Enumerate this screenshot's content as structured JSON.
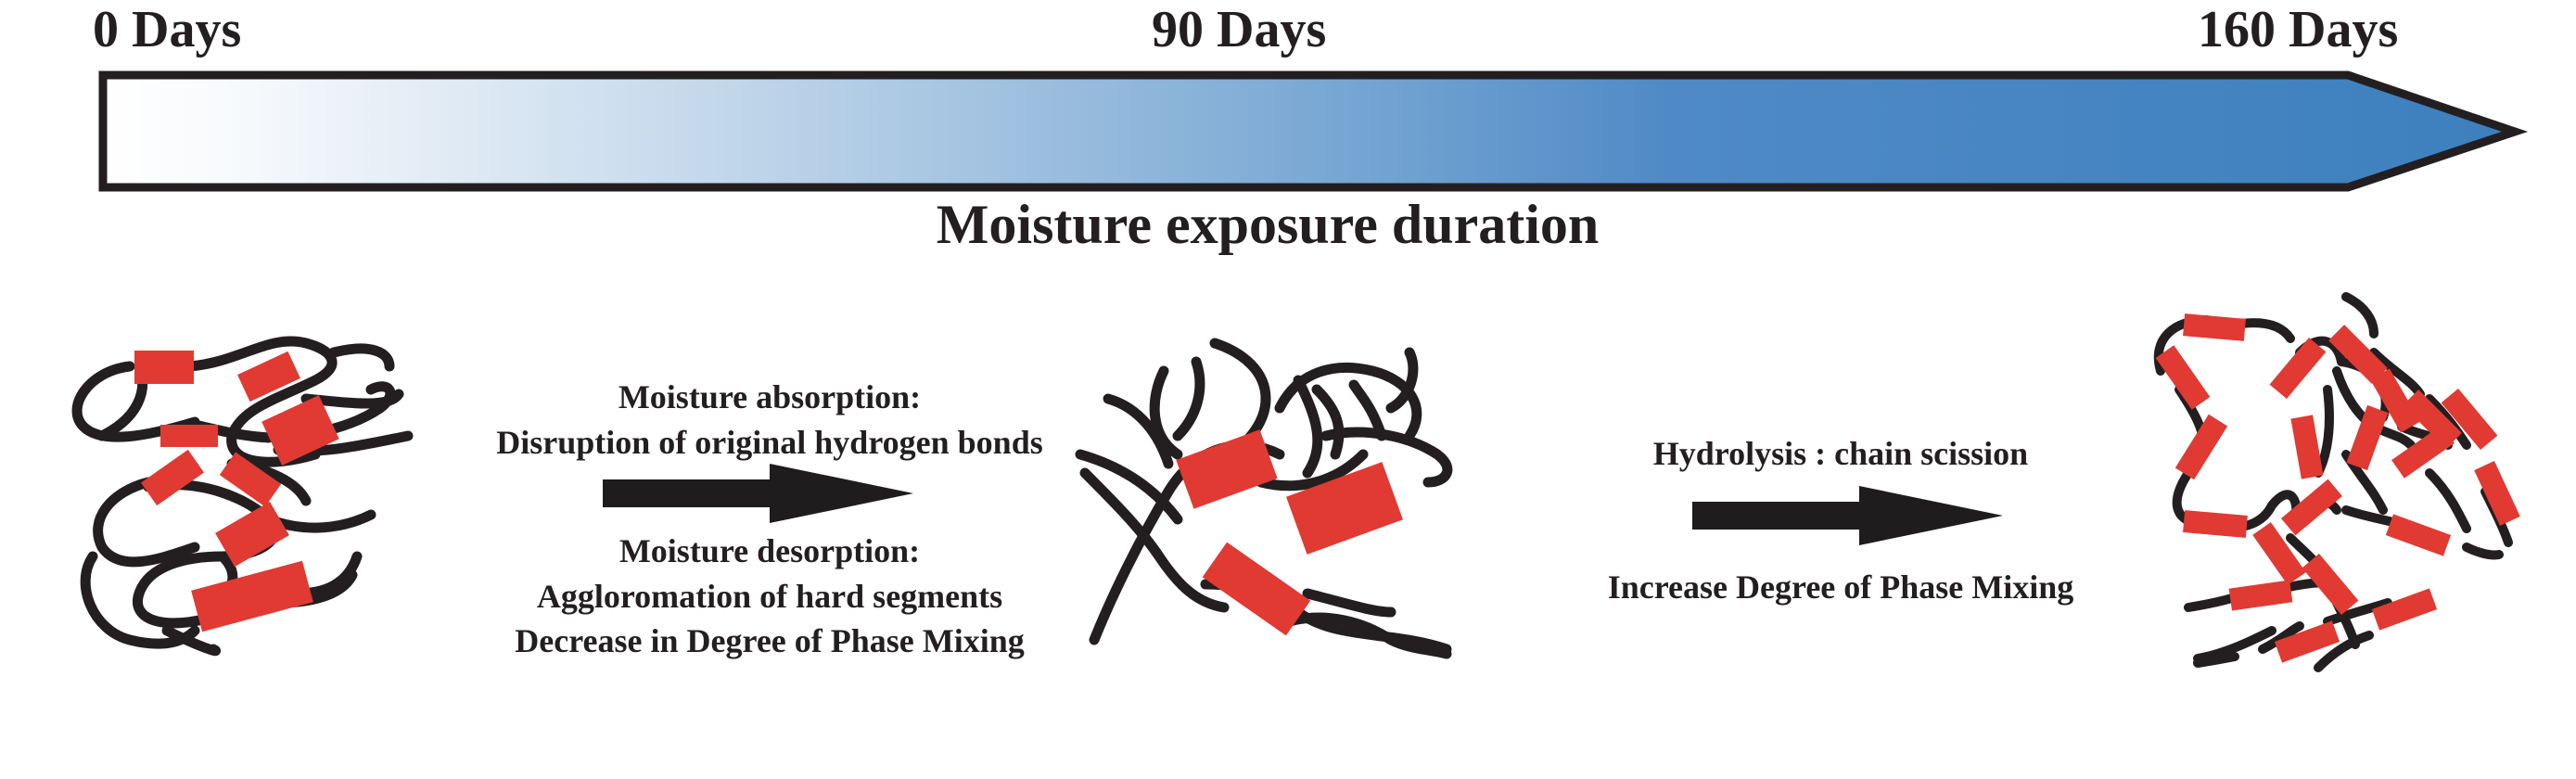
{
  "timeline": {
    "start_label": "0 Days",
    "mid_label": "90 Days",
    "end_label": "160 Days",
    "axis_title": "Moisture exposure duration",
    "gradient_colors": [
      "#ffffff",
      "#3d80be"
    ]
  },
  "stages": {
    "stage1": {
      "name": "initial-morphology"
    },
    "stage2": {
      "name": "intermediate-morphology"
    },
    "stage3": {
      "name": "final-morphology"
    }
  },
  "transitions": {
    "first": {
      "top_title": "Moisture absorption:",
      "top_text": "Disruption of original hydrogen bonds",
      "bottom_title": "Moisture desorption:",
      "bottom_line1": "Aggloromation of hard segments",
      "bottom_line2": "Decrease in Degree of Phase Mixing"
    },
    "second": {
      "top_text": "Hydrolysis : chain scission",
      "bottom_text": "Increase Degree of Phase Mixing"
    }
  },
  "colors": {
    "chain": "#231f20",
    "hard_segment": "#e03a33",
    "arrow": "#1e1c1d"
  }
}
